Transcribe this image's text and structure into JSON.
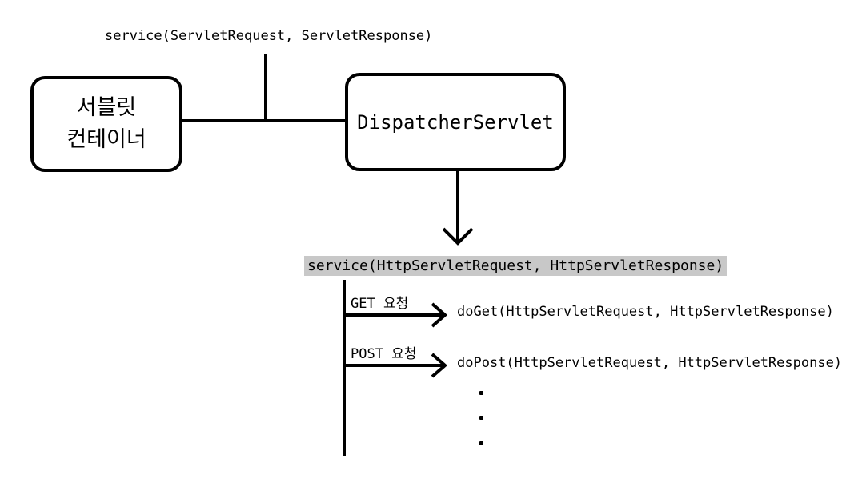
{
  "container": {
    "line1": "서블릿",
    "line2": "컨테이너"
  },
  "dispatcher": {
    "label": "DispatcherServlet"
  },
  "top_signature": "service(ServletRequest, ServletResponse)",
  "service_signature": "service(HttpServletRequest, HttpServletResponse)",
  "branches": {
    "get_label": "GET 요청",
    "post_label": "POST 요청",
    "doget_signature": "doGet(HttpServletRequest, HttpServletResponse)",
    "dopost_signature": "doPost(HttpServletRequest, HttpServletResponse)"
  },
  "ellipsis_dots": [
    "·",
    "·",
    "·"
  ],
  "colors": {
    "line": "#000000",
    "highlight": "#c8c8c8",
    "background": "#ffffff"
  }
}
